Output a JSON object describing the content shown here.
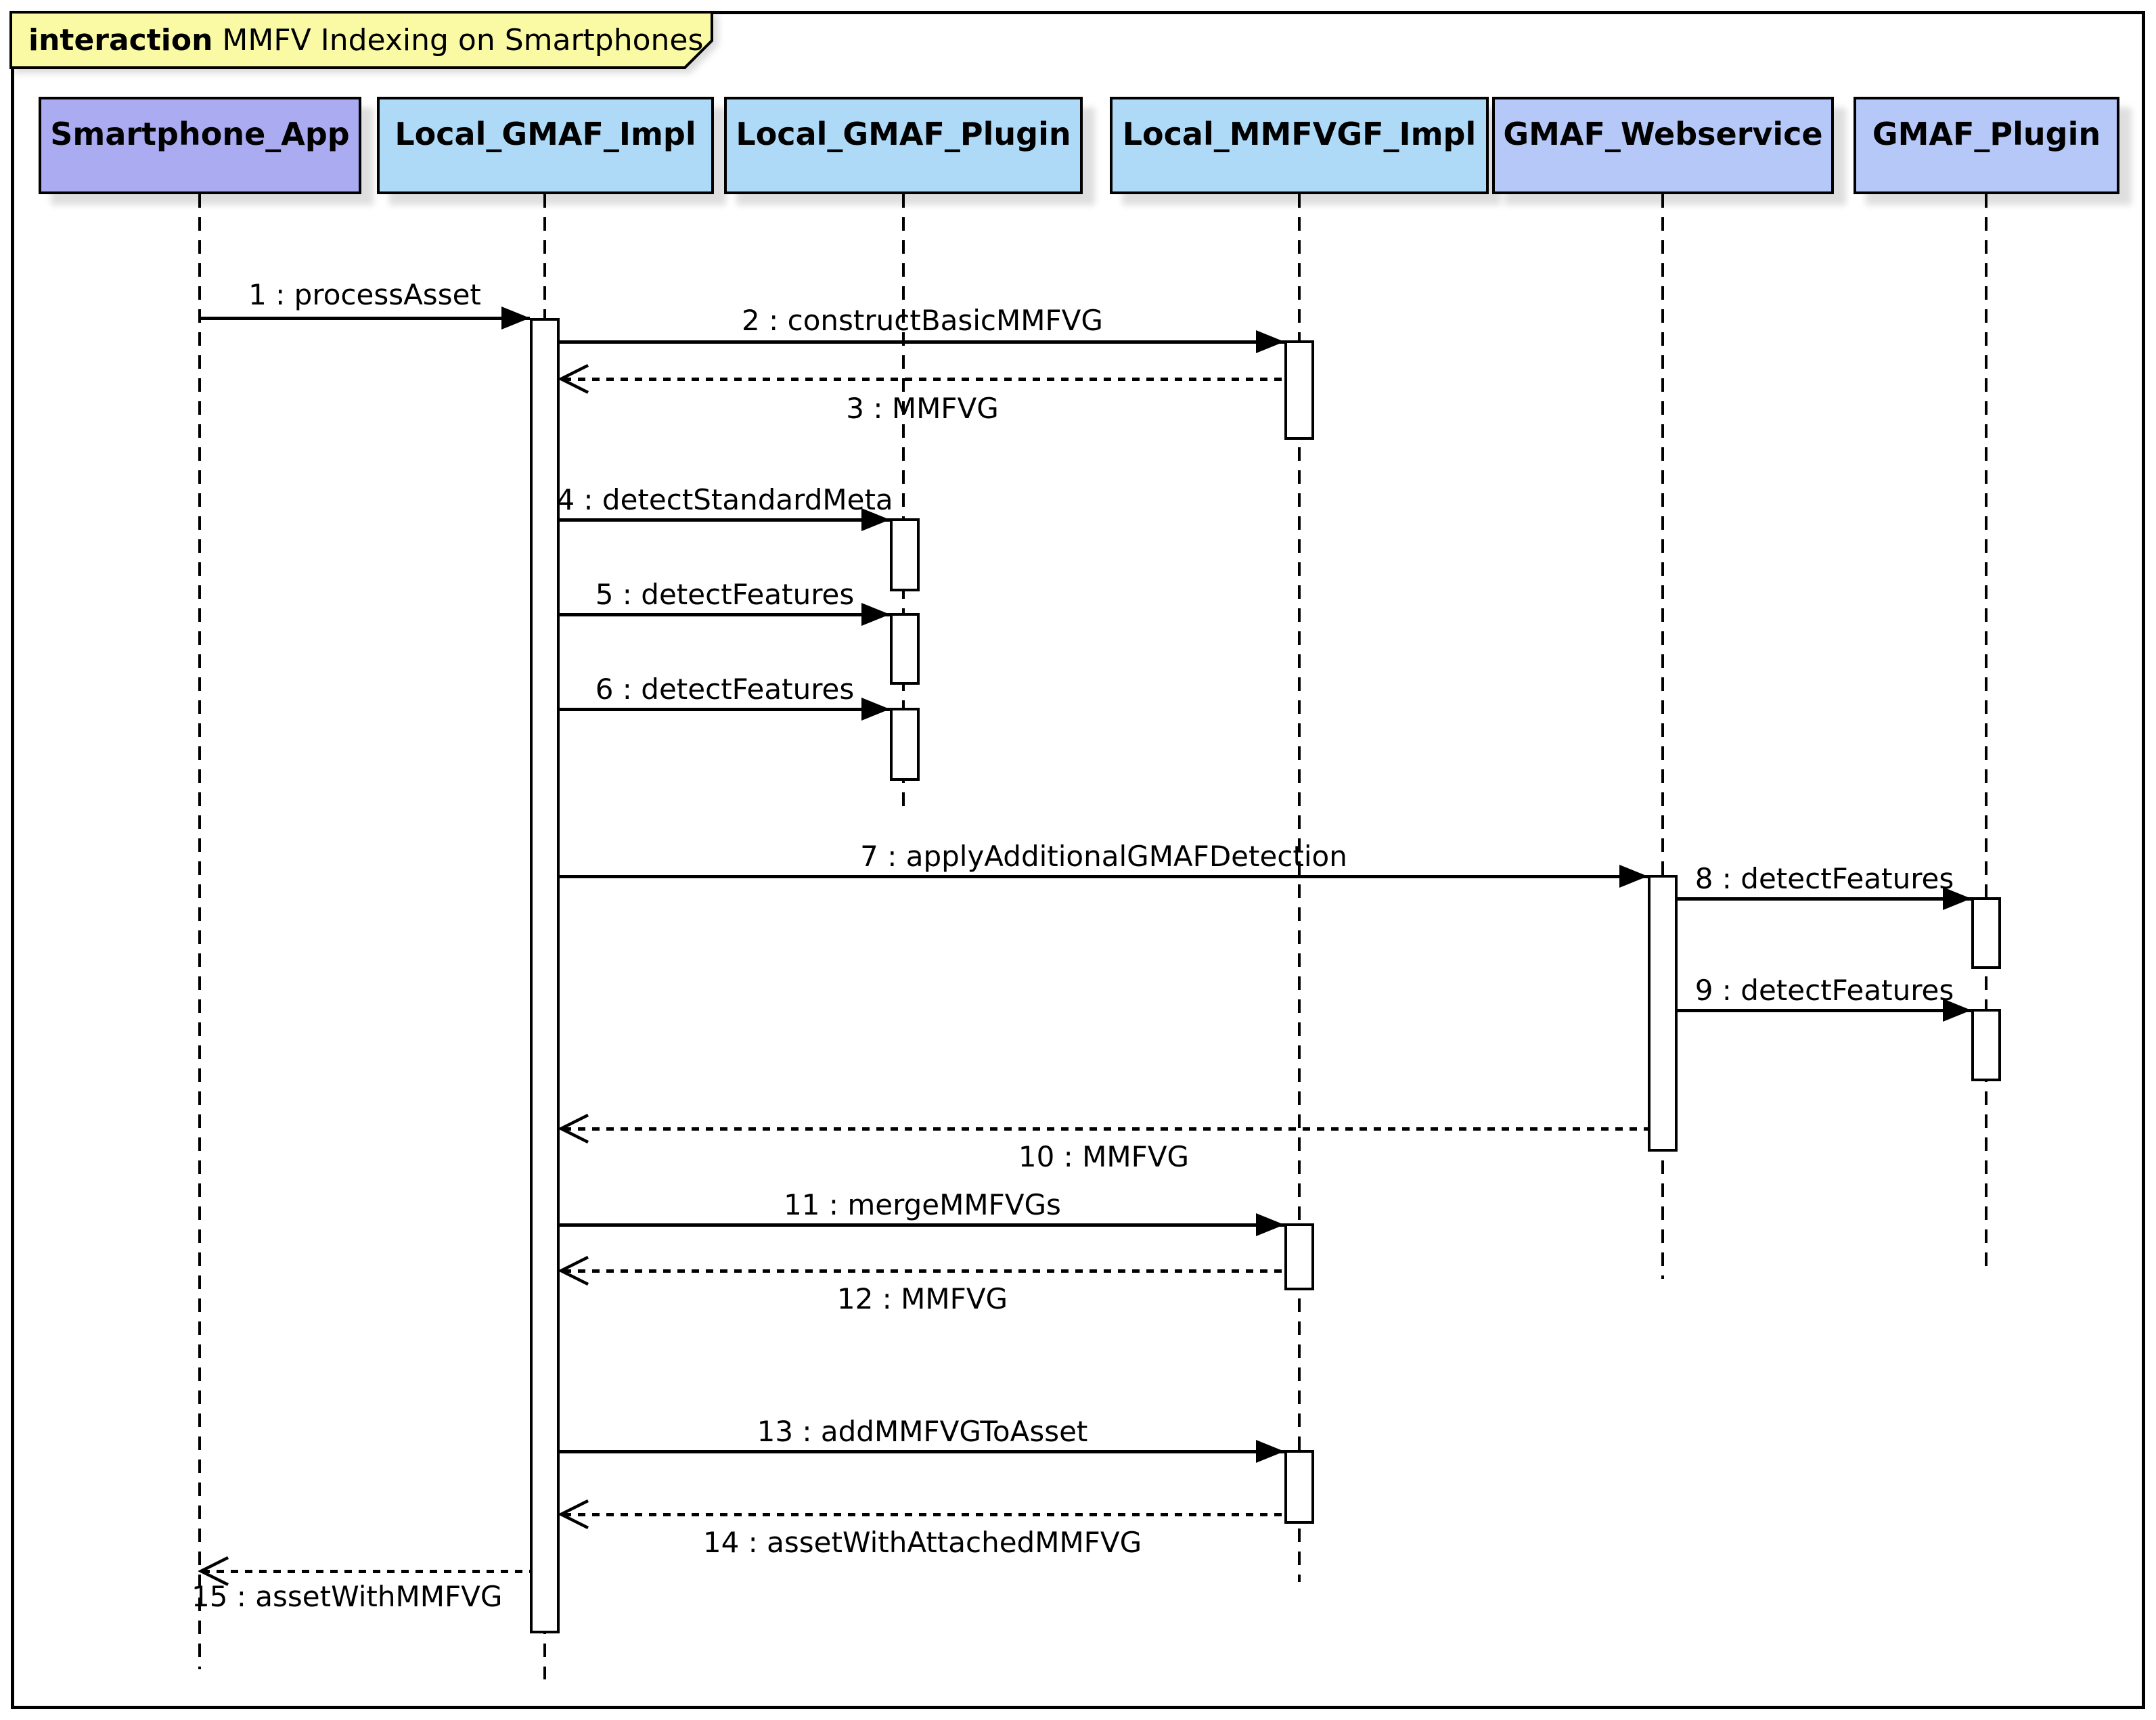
{
  "title": {
    "keyword": "interaction",
    "text": "MMFV Indexing on Smartphones"
  },
  "colors": {
    "frame_border": "#000000",
    "title_fill": "#FAFAA5",
    "participant_purple": "#ABABF2",
    "participant_blue": "#AEDAF8",
    "participant_periwinkle": "#B5C8F8",
    "line": "#000000",
    "background": "#FFFFFF"
  },
  "participants": [
    {
      "name": "Smartphone_App",
      "fill": "#ABABF2"
    },
    {
      "name": "Local_GMAF_Impl",
      "fill": "#AEDAF8"
    },
    {
      "name": "Local_GMAF_Plugin",
      "fill": "#AEDAF8"
    },
    {
      "name": "Local_MMFVGF_Impl",
      "fill": "#AEDAF8"
    },
    {
      "name": "GMAF_Webservice",
      "fill": "#B5C8F8"
    },
    {
      "name": "GMAF_Plugin",
      "fill": "#B5C8F8"
    }
  ],
  "messages": [
    {
      "label": "1 : processAsset",
      "from": "Smartphone_App",
      "to": "Local_GMAF_Impl",
      "type": "call"
    },
    {
      "label": "2 : constructBasicMMFVG",
      "from": "Local_GMAF_Impl",
      "to": "Local_MMFVGF_Impl",
      "type": "call"
    },
    {
      "label": "3 : MMFVG",
      "from": "Local_MMFVGF_Impl",
      "to": "Local_GMAF_Impl",
      "type": "return"
    },
    {
      "label": "4 : detectStandardMeta",
      "from": "Local_GMAF_Impl",
      "to": "Local_GMAF_Plugin",
      "type": "call"
    },
    {
      "label": "5 : detectFeatures",
      "from": "Local_GMAF_Impl",
      "to": "Local_GMAF_Plugin",
      "type": "call"
    },
    {
      "label": "6 : detectFeatures",
      "from": "Local_GMAF_Impl",
      "to": "Local_GMAF_Plugin",
      "type": "call"
    },
    {
      "label": "7 : applyAdditionalGMAFDetection",
      "from": "Local_GMAF_Impl",
      "to": "GMAF_Webservice",
      "type": "call"
    },
    {
      "label": "8 : detectFeatures",
      "from": "GMAF_Webservice",
      "to": "GMAF_Plugin",
      "type": "call"
    },
    {
      "label": "9 : detectFeatures",
      "from": "GMAF_Webservice",
      "to": "GMAF_Plugin",
      "type": "call"
    },
    {
      "label": "10 : MMFVG",
      "from": "GMAF_Webservice",
      "to": "Local_GMAF_Impl",
      "type": "return"
    },
    {
      "label": "11 : mergeMMFVGs",
      "from": "Local_GMAF_Impl",
      "to": "Local_MMFVGF_Impl",
      "type": "call"
    },
    {
      "label": "12 : MMFVG",
      "from": "Local_MMFVGF_Impl",
      "to": "Local_GMAF_Impl",
      "type": "return"
    },
    {
      "label": "13 : addMMFVGToAsset",
      "from": "Local_GMAF_Impl",
      "to": "Local_MMFVGF_Impl",
      "type": "call"
    },
    {
      "label": "14 : assetWithAttachedMMFVG",
      "from": "Local_MMFVGF_Impl",
      "to": "Local_GMAF_Impl",
      "type": "return"
    },
    {
      "label": "15 : assetWithMMFVG",
      "from": "Local_GMAF_Impl",
      "to": "Smartphone_App",
      "type": "return"
    }
  ]
}
